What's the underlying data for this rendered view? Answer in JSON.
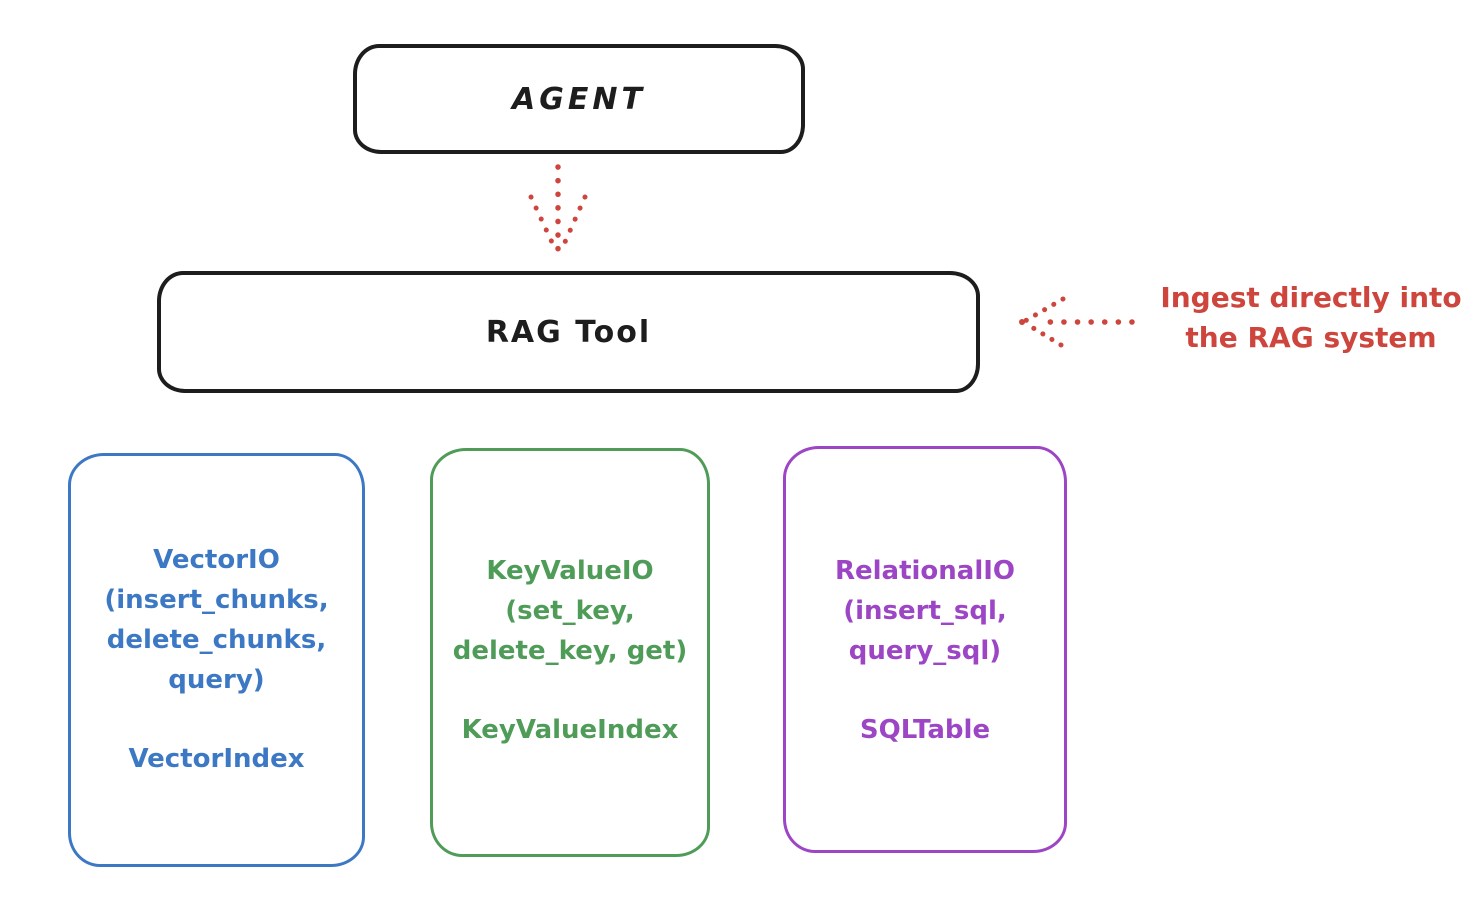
{
  "colors": {
    "bg": "#ffffff",
    "ink": "#1d1d1d",
    "red": "#cd453c",
    "blue": "#3c78c4",
    "green": "#4f9c58",
    "purple": "#9c45c5"
  },
  "nodes": {
    "agent": {
      "label": "AGENT"
    },
    "rag_tool": {
      "label": "RAG Tool"
    },
    "vector_io": {
      "lines": [
        "VectorIO",
        "(insert_chunks,",
        "delete_chunks,",
        "query)"
      ],
      "index": "VectorIndex"
    },
    "key_value_io": {
      "lines": [
        "KeyValueIO",
        "(set_key,",
        "delete_key, get)"
      ],
      "index": "KeyValueIndex"
    },
    "relational_io": {
      "lines": [
        "RelationalIO",
        "(insert_sql,",
        "query_sql)"
      ],
      "index": "SQLTable"
    }
  },
  "annotation": {
    "lines": [
      "Ingest directly into",
      "the RAG system"
    ]
  },
  "arrows": [
    {
      "name": "agent-to-rag-tool",
      "style": "dotted",
      "color": "#cd453c",
      "direction": "down"
    },
    {
      "name": "ingest-into-rag-tool",
      "style": "dotted",
      "color": "#cd453c",
      "direction": "left"
    }
  ]
}
